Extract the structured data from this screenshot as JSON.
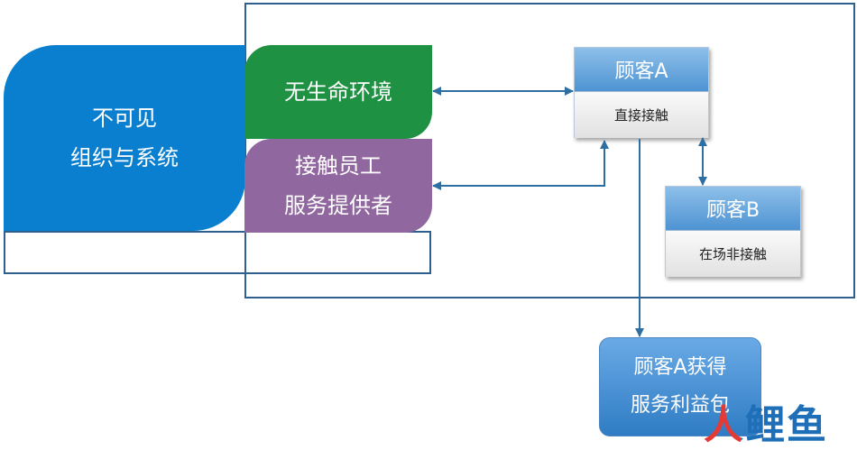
{
  "invisible_org": {
    "line1": "不可见",
    "line2": "组织与系统"
  },
  "inanimate_env": {
    "label": "无生命环境"
  },
  "contact_staff": {
    "line1": "接触员工",
    "line2": "服务提供者"
  },
  "customer_a": {
    "title": "顾客A",
    "subtitle": "直接接触"
  },
  "customer_b": {
    "title": "顾客B",
    "subtitle": "在场非接触"
  },
  "outcome": {
    "line1": "顾客A获得",
    "line2": "服务利益包"
  },
  "watermark": {
    "text": "人鲤鱼"
  },
  "colors": {
    "invisible_org": "#0a7fd0",
    "inanimate_env": "#1e9142",
    "contact_staff": "#90679e",
    "arrow": "#2f6ea0",
    "frame": "#2f5f8f"
  }
}
